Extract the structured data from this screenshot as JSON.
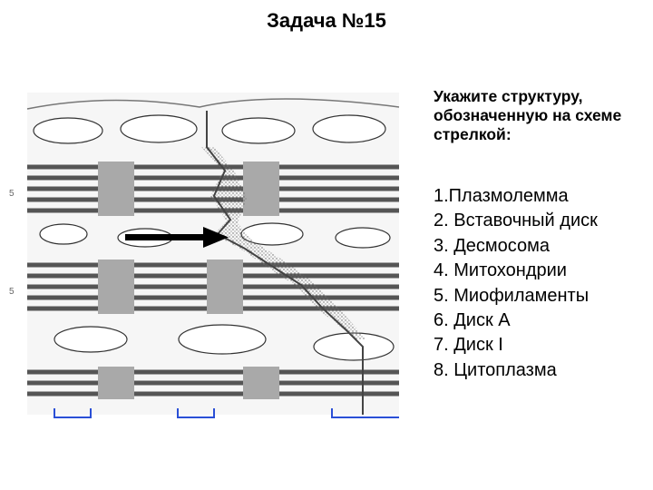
{
  "title": "Задача №15",
  "question": "Укажите структуру, обозначенную на схеме стрелкой:",
  "options": [
    "1.Плазмолемма",
    "2. Вставочный диск",
    "3. Десмосома",
    "4. Митохондрии",
    "5. Миофиламенты",
    "6. Диск А",
    "7. Диск I",
    "8. Цитоплазма"
  ],
  "figure": {
    "side_labels": [
      "5",
      "5"
    ],
    "colors": {
      "bracket": "#2a4fd6",
      "fibril": "#555555",
      "disk": "#a9a9a9",
      "arrow": "#000000"
    }
  }
}
